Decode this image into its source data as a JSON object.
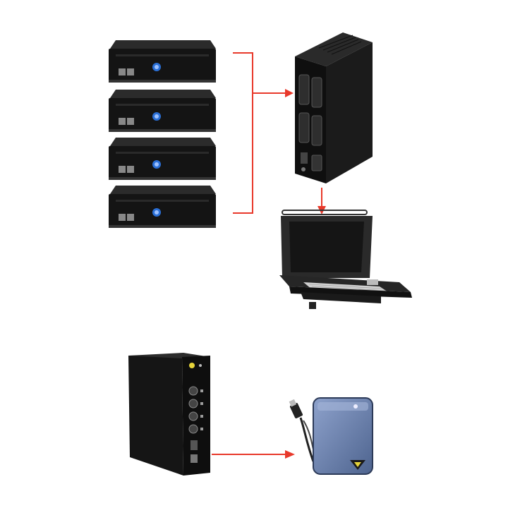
{
  "diagram": {
    "groups": [
      {
        "id": "top-setup",
        "sources": [
          "mini-pc-1",
          "mini-pc-2",
          "mini-pc-3",
          "mini-pc-4"
        ],
        "hub": "kvm-switch-box",
        "output": "rackmount-lcd-console"
      },
      {
        "id": "bottom-setup",
        "source": "tower-enclosure",
        "output": "portable-hard-drive"
      }
    ],
    "connections": [
      {
        "from": "mini-pc-stack",
        "to": "kvm-switch-box"
      },
      {
        "from": "kvm-switch-box",
        "to": "rackmount-lcd-console"
      },
      {
        "from": "tower-enclosure",
        "to": "portable-hard-drive"
      }
    ]
  },
  "colors": {
    "arrow": "#e8392b",
    "device_body": "#1a1a1a",
    "device_face": "#0e0e0e",
    "power_button": "#2a6fd6",
    "drive_body": "#6f86b5",
    "led": "#e6d43a"
  },
  "icons": [
    "mini-pc-icon",
    "kvm-switch-icon",
    "lcd-console-icon",
    "tower-enclosure-icon",
    "hard-drive-icon",
    "usb-plug-icon"
  ]
}
